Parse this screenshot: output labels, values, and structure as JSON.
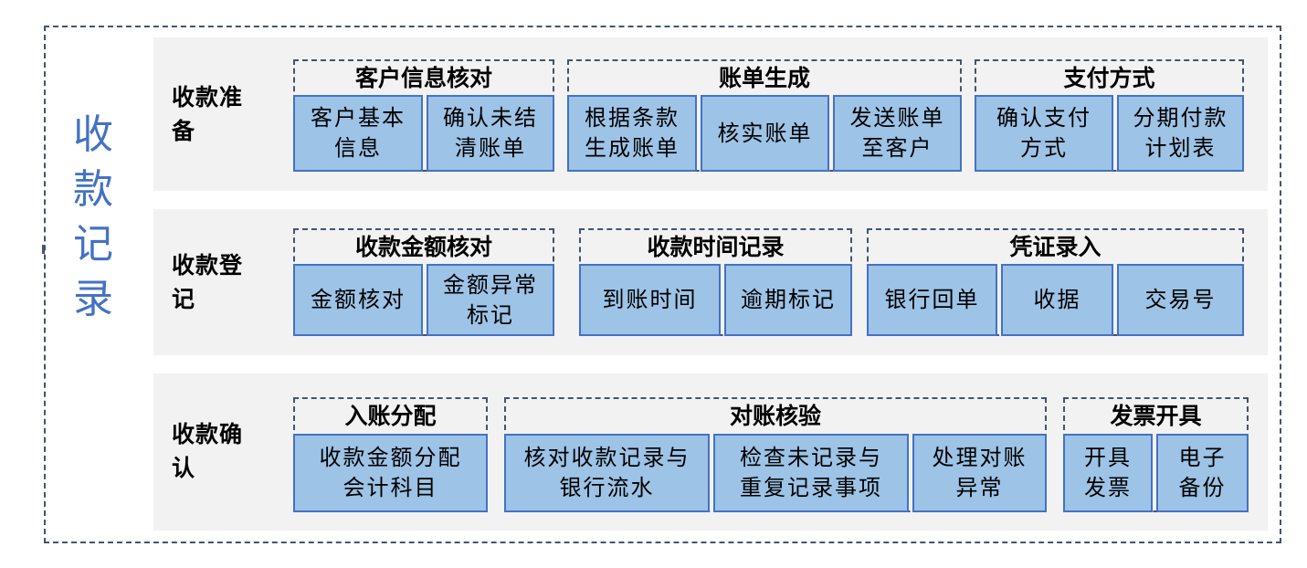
{
  "main_title": "收款记录",
  "bands": [
    {
      "label": "收款准备",
      "groups": [
        {
          "title": "客户信息核对",
          "items": [
            "客户基本\n信息",
            "确认未结\n清账单"
          ]
        },
        {
          "title": "账单生成",
          "items": [
            "根据条款\n生成账单",
            "核实账单",
            "发送账单\n至客户"
          ]
        },
        {
          "title": "支付方式",
          "items": [
            "确认支付\n方式",
            "分期付款\n计划表"
          ]
        }
      ]
    },
    {
      "label": "收款登记",
      "groups": [
        {
          "title": "收款金额核对",
          "items": [
            "金额核对",
            "金额异常\n标记"
          ]
        },
        {
          "title": "收款时间记录",
          "items": [
            "到账时间",
            "逾期标记"
          ]
        },
        {
          "title": "凭证录入",
          "items": [
            "银行回单",
            "收据",
            "交易号"
          ]
        }
      ]
    },
    {
      "label": "收款确认",
      "groups": [
        {
          "title": "入账分配",
          "items": [
            "收款金额分配\n会计科目"
          ]
        },
        {
          "title": "对账核验",
          "items": [
            "核对收款记录与\n银行流水",
            "检查未记录与\n重复记录事项",
            "处理对账\n异常"
          ]
        },
        {
          "title": "发票开具",
          "items": [
            "开具\n发票",
            "电子\n备份"
          ]
        }
      ]
    }
  ]
}
